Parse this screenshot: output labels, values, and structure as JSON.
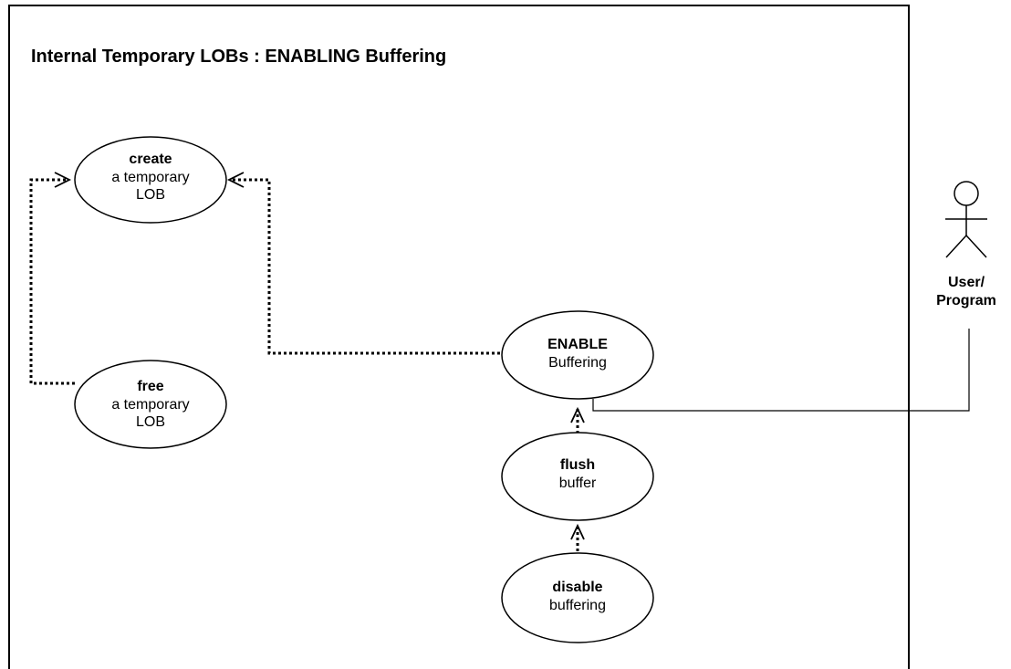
{
  "diagram": {
    "title": "Internal Temporary LOBs : ENABLING Buffering",
    "use_cases": {
      "create": {
        "bold": "create",
        "line1": "a temporary",
        "line2": "LOB"
      },
      "free": {
        "bold": "free",
        "line1": "a temporary",
        "line2": "LOB"
      },
      "enable": {
        "bold": "ENABLE",
        "line1": "Buffering"
      },
      "flush": {
        "bold": "flush",
        "line1": "buffer"
      },
      "disable": {
        "bold": "disable",
        "line1": "buffering"
      }
    },
    "actor": {
      "line1": "User/",
      "line2": "Program",
      "icon": "stick-figure-icon"
    }
  }
}
